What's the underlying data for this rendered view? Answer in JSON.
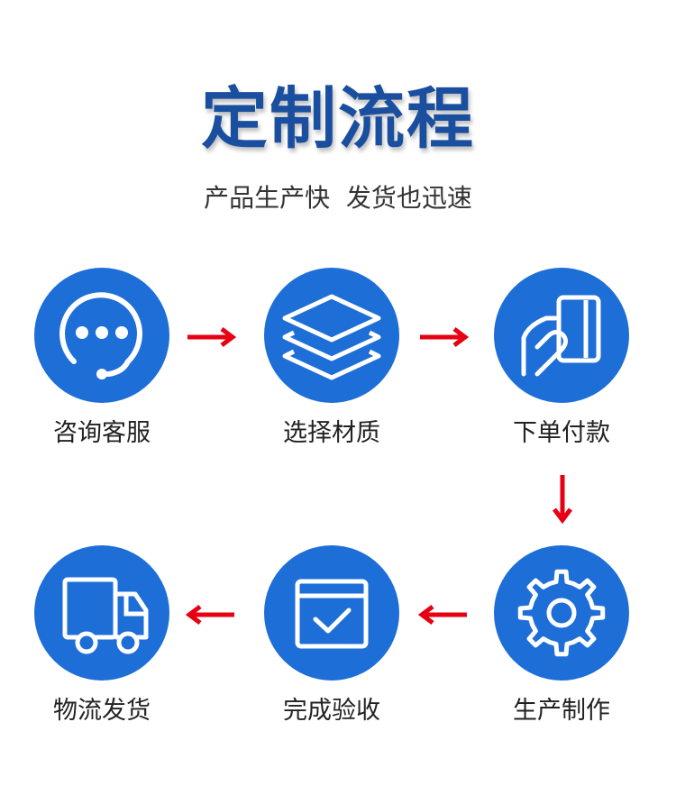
{
  "page": {
    "title": "定制流程",
    "subtitle": "产品生产快  发货也迅速"
  },
  "steps": [
    {
      "label": "咨询客服",
      "icon": "customer-service-icon"
    },
    {
      "label": "选择材质",
      "icon": "layers-icon"
    },
    {
      "label": "下单付款",
      "icon": "card-payment-icon"
    },
    {
      "label": "生产制作",
      "icon": "gear-icon"
    },
    {
      "label": "完成验收",
      "icon": "checkbox-window-icon"
    },
    {
      "label": "物流发货",
      "icon": "delivery-truck-icon"
    }
  ],
  "colors": {
    "title": "#1a4fa0",
    "circle": "#1e6ed8",
    "arrow": "#e60012"
  }
}
